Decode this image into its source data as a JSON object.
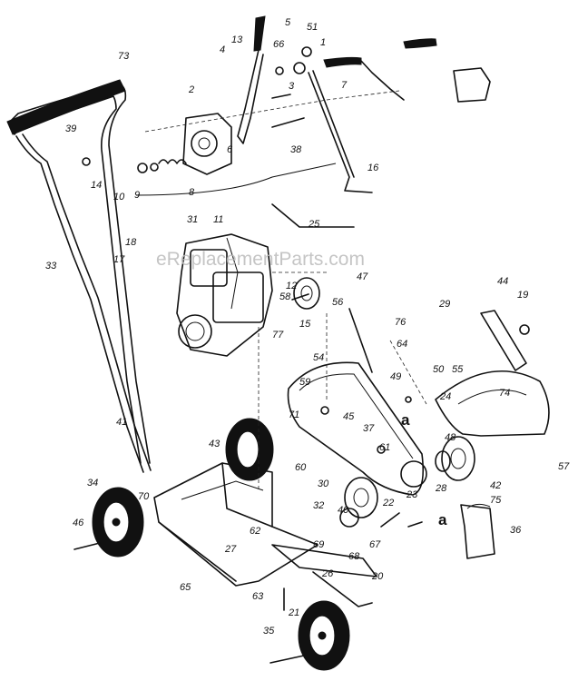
{
  "watermark": "eReplacementParts.com",
  "callouts": [
    "73",
    "5",
    "51",
    "1",
    "13",
    "66",
    "4",
    "2",
    "3",
    "7",
    "39",
    "14",
    "10",
    "9",
    "8",
    "38",
    "6",
    "16",
    "31",
    "11",
    "25",
    "18",
    "17",
    "33",
    "12",
    "47",
    "56",
    "58",
    "15",
    "77",
    "54",
    "76",
    "64",
    "44",
    "19",
    "29",
    "55",
    "49",
    "50",
    "59",
    "71",
    "45",
    "24",
    "37",
    "60",
    "61",
    "48",
    "74",
    "57",
    "30",
    "23",
    "43",
    "22",
    "28",
    "42",
    "32",
    "40",
    "41",
    "34",
    "70",
    "46",
    "67",
    "68",
    "69",
    "62",
    "27",
    "26",
    "65",
    "63",
    "21",
    "20",
    "75",
    "36",
    "35"
  ],
  "detail_letters": [
    "a",
    "a"
  ]
}
